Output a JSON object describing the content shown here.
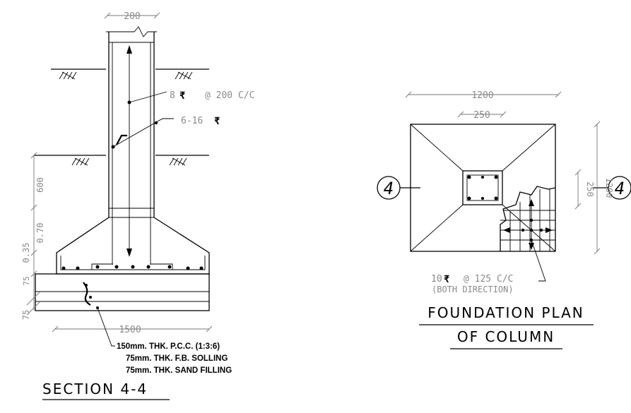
{
  "section": {
    "column_width": "200",
    "dim_600": "600",
    "dim_070": "0.70",
    "dim_035": "0.35",
    "dim_75a": "75",
    "dim_75b": "75",
    "footing_width": "1500",
    "ties_label": "8",
    "ties_spacing": "@ 200 C/C",
    "main_bars": "6-16",
    "layer_1": "150mm. THK. P.C.C. (1:3:6)",
    "layer_2": "75mm. THK. F.B. SOLLING",
    "layer_3": "75mm. THK. SAND FILLING",
    "title": "SECTION 4-4"
  },
  "plan": {
    "overall_width": "1200",
    "column_width": "250",
    "column_depth": "250",
    "overall_depth": "1200",
    "marker_left": "4",
    "marker_right": "4",
    "rebar_label": "10",
    "rebar_spacing": "@ 125 C/C",
    "rebar_note": "(BOTH DIRECTION)",
    "title_line1": "FOUNDATION PLAN",
    "title_line2": "OF COLUMN"
  }
}
